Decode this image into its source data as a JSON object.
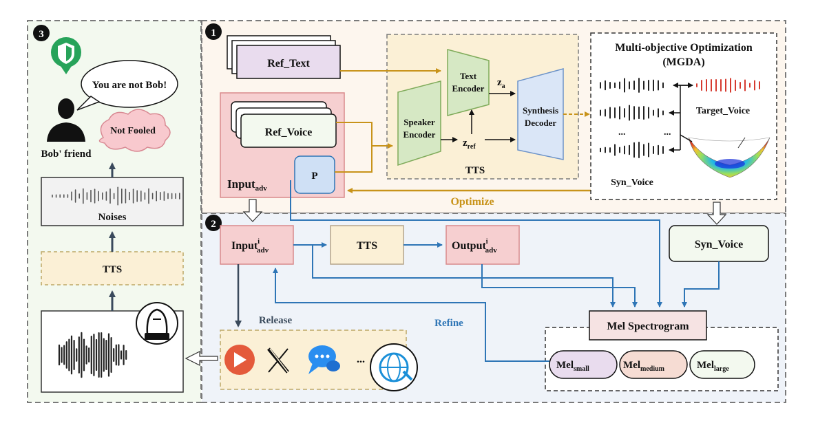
{
  "panels": {
    "p1_number": "1",
    "p2_number": "2",
    "p3_number": "3"
  },
  "panel1": {
    "ref_text": "Ref_Text",
    "ref_voice": "Ref_Voice",
    "dots": "...",
    "input_adv_main": "Input",
    "input_adv_sub": "adv",
    "perturbation": "P",
    "speaker_encoder_l1": "Speaker",
    "speaker_encoder_l2": "Encoder",
    "text_encoder_l1": "Text",
    "text_encoder_l2": "Encoder",
    "synthesis_decoder_l1": "Synthesis",
    "synthesis_decoder_l2": "Decoder",
    "z_a_main": "z",
    "z_a_sub": "a",
    "z_ref_main": "z",
    "z_ref_sub": "ref",
    "tts_label": "TTS",
    "optimize": "Optimize",
    "mgda_title_l1": "Multi-objective Optimization",
    "mgda_title_l2": "(MGDA)",
    "target_voice": "Target_Voice",
    "syn_voice": "Syn_Voice",
    "ellipsis": "..."
  },
  "panel2": {
    "input_main": "Input",
    "input_sup": "i",
    "input_sub": "adv",
    "tts": "TTS",
    "output_main": "Output",
    "output_sup": "i",
    "output_sub": "adv",
    "syn_voice": "Syn_Voice",
    "mel_spectrogram": "Mel Spectrogram",
    "mel_small_main": "Mel",
    "mel_small_sub": "small",
    "mel_medium_main": "Mel",
    "mel_medium_sub": "medium",
    "mel_large_main": "Mel",
    "mel_large_sub": "large",
    "release": "Release",
    "refine": "Refine",
    "platform_dots": "..."
  },
  "panel3": {
    "speech": "You are not Bob!",
    "not_fooled": "Not Fooled",
    "bob_friend": "Bob' friend",
    "noises": "Noises",
    "tts": "TTS"
  },
  "colors": {
    "gold_arrow": "#c8931a",
    "blue_arrow": "#2e75b6",
    "dark_arrow": "#3a4a5c",
    "red_wave": "#d63a2f",
    "green_block": "#d6e8c4",
    "blue_block": "#dae6f7",
    "pink_block": "#f6cfd0",
    "lavender": "#e9dcee"
  },
  "icons": {
    "shield": "shield-check-icon",
    "person": "person-silhouette-icon",
    "youtube": "youtube-icon",
    "x": "x-logo-icon",
    "chat": "chat-bubbles-icon",
    "globe": "globe-icon",
    "speaker_device": "smart-speaker-icon"
  }
}
